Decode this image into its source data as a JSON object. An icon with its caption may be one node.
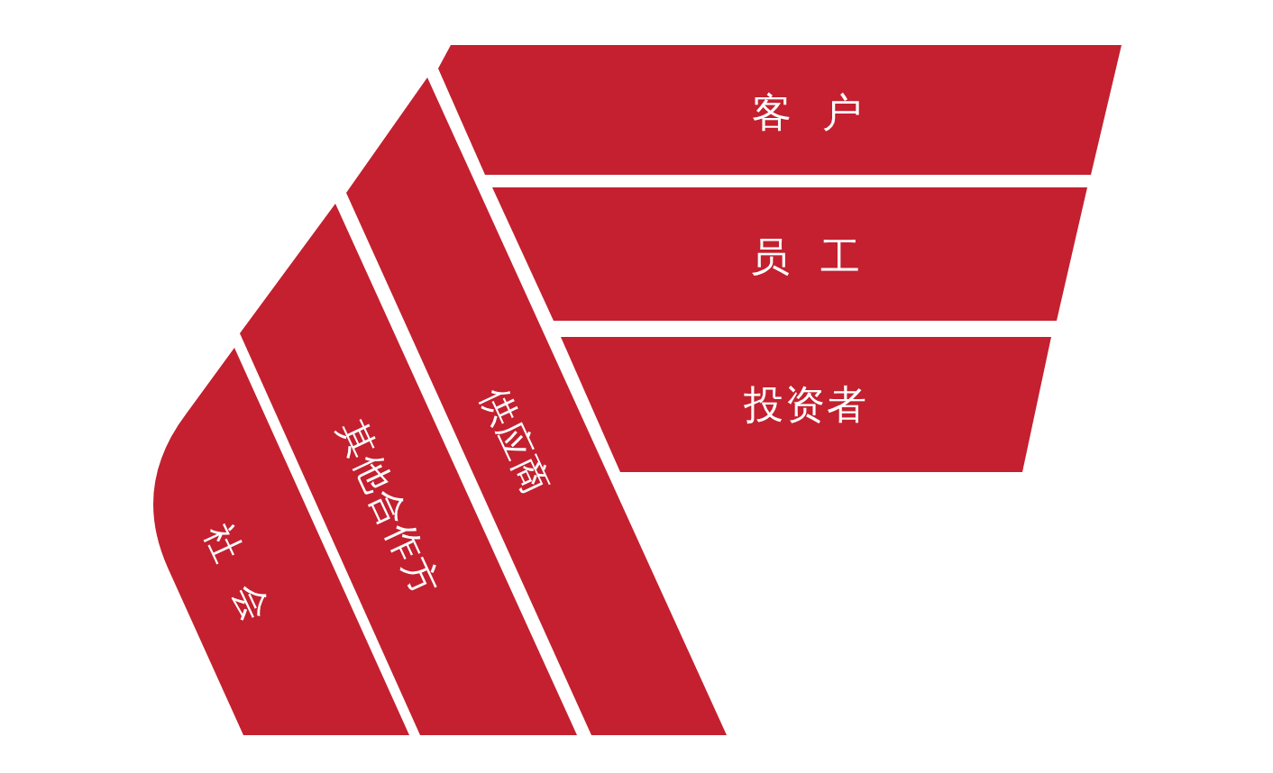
{
  "diagram": {
    "nodes": [
      {
        "text": [
          "客 户"
        ]
      },
      {
        "text": [
          "员 工"
        ]
      },
      {
        "text": [
          "投资者"
        ]
      },
      {
        "text": [
          "供应商"
        ]
      },
      {
        "text": [
          "其他合作方"
        ]
      },
      {
        "text": [
          "社 会"
        ]
      }
    ]
  }
}
